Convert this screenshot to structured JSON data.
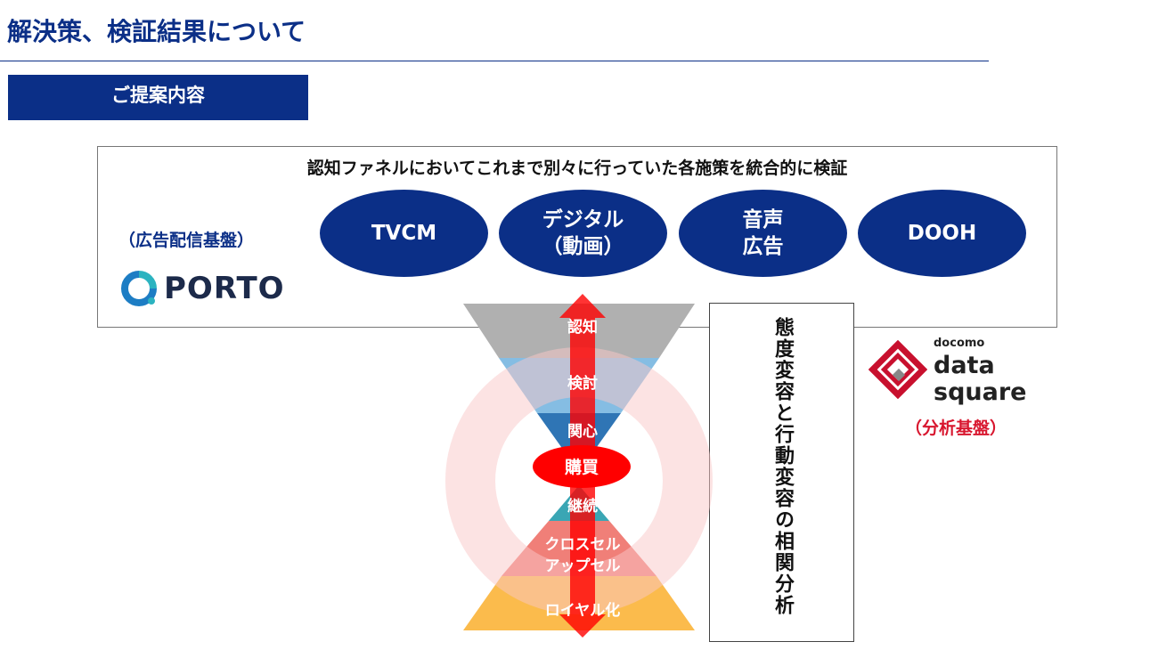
{
  "header": {
    "title": "解決策、検証結果について",
    "section_tag": "ご提案内容"
  },
  "proposal": {
    "heading": "認知ファネルにおいてこれまで別々に行っていた各施策を統合的に検証",
    "platform_label": "（広告配信基盤）",
    "platform_logo": "PORTO",
    "measures": [
      "TVCM",
      "デジタル\n（動画）",
      "音声\n広告",
      "DOOH"
    ]
  },
  "funnel": {
    "stages_top": [
      "認知",
      "検討",
      "関心"
    ],
    "center": "購買",
    "stages_bottom": [
      "継続",
      "クロスセル",
      "アップセル",
      "ロイヤル化"
    ]
  },
  "analysis": {
    "vertical_text": "態度変容と行動変容の相関分析"
  },
  "analytics": {
    "logo_small": "docomo",
    "logo_line1": "data",
    "logo_line2": "square",
    "label": "（分析基盤）"
  },
  "colors": {
    "navy": "#0b2f87",
    "red": "#ff0000"
  }
}
